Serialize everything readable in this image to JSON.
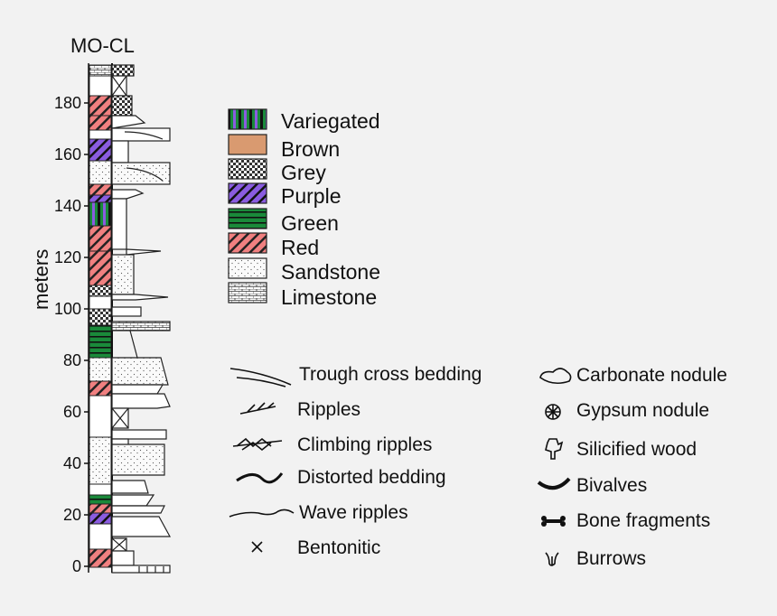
{
  "title": "MO-CL",
  "y_axis_label": "meters",
  "y_ticks": [
    "0",
    "20",
    "40",
    "60",
    "80",
    "100",
    "120",
    "140",
    "160",
    "180"
  ],
  "color_legend": [
    {
      "label": "Variegated",
      "pattern": "variegated"
    },
    {
      "label": "Brown",
      "pattern": "brown"
    },
    {
      "label": "Grey",
      "pattern": "grey"
    },
    {
      "label": "Purple",
      "pattern": "purple"
    },
    {
      "label": "Green",
      "pattern": "green"
    },
    {
      "label": "Red",
      "pattern": "red"
    },
    {
      "label": "Sandstone",
      "pattern": "sandstone"
    },
    {
      "label": "Limestone",
      "pattern": "limestone"
    }
  ],
  "structure_legend": [
    {
      "label": "Trough cross bedding",
      "icon": "trough-cross-bedding-icon"
    },
    {
      "label": "Ripples",
      "icon": "ripples-icon"
    },
    {
      "label": "Climbing ripples",
      "icon": "climbing-ripples-icon"
    },
    {
      "label": "Distorted bedding",
      "icon": "distorted-bedding-icon"
    },
    {
      "label": "Wave ripples",
      "icon": "wave-ripples-icon"
    },
    {
      "label": "Bentonitic",
      "icon": "bentonitic-icon"
    }
  ],
  "feature_legend": [
    {
      "label": "Carbonate nodule",
      "icon": "carbonate-nodule-icon"
    },
    {
      "label": "Gypsum nodule",
      "icon": "gypsum-nodule-icon"
    },
    {
      "label": "Silicified wood",
      "icon": "silicified-wood-icon"
    },
    {
      "label": "Bivalves",
      "icon": "bivalves-icon"
    },
    {
      "label": "Bone fragments",
      "icon": "bone-fragments-icon"
    },
    {
      "label": "Burrows",
      "icon": "burrows-icon"
    }
  ],
  "colors": {
    "red": "#f08080",
    "green": "#1a8a3a",
    "purple": "#8a5ce0",
    "brown": "#d99a70",
    "background": "#f2f2f2"
  }
}
